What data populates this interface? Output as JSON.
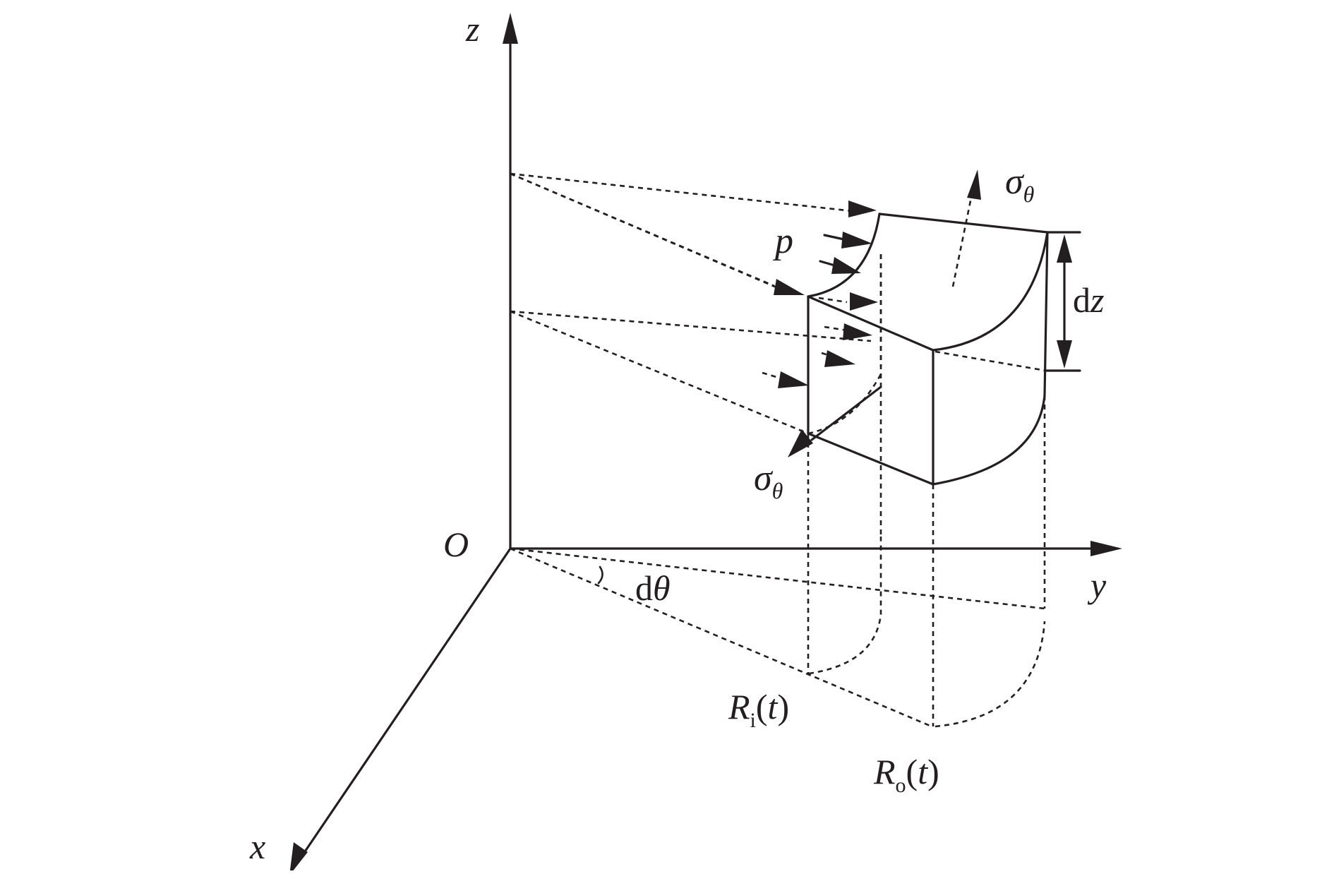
{
  "labels": {
    "z_axis": "z",
    "y_axis": "y",
    "x_axis": "x",
    "origin": "O",
    "pressure": "p",
    "sigma": "σ",
    "theta_sub": "θ",
    "dz_d": "d",
    "dz_z": "z",
    "dtheta_d": "d",
    "dtheta_theta": "θ",
    "ri_R": "R",
    "ri_sub": "i",
    "ri_open": "(",
    "ri_t": "t",
    "ri_close": ")",
    "ro_R": "R",
    "ro_sub": "o",
    "ro_open": "(",
    "ro_t": "t",
    "ro_close": ")"
  },
  "colors": {
    "ink": "#231f20",
    "background": "#ffffff"
  }
}
